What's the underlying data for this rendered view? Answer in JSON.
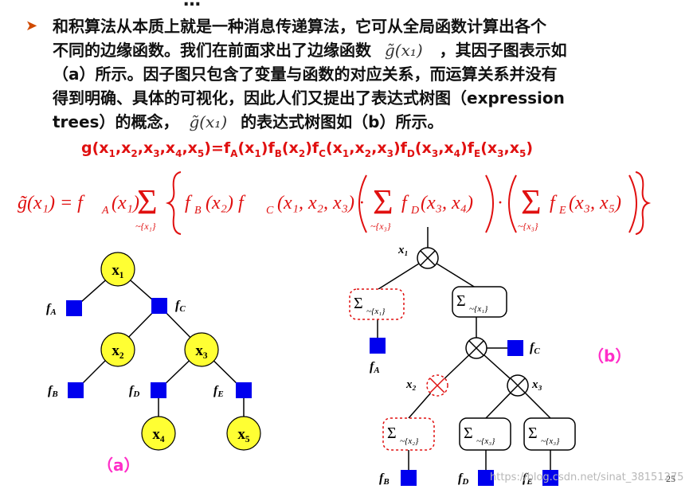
{
  "title_partial": "…",
  "paragraph": {
    "line1": "和积算法从本质上就是一种消息传递算法，它可从全局函数计算出各个",
    "line2_a": "不同的边缘函数。我们在前面求出了边缘函数",
    "line2_math": "g̃(x₁)",
    "line2_b": "，其因子图表示如",
    "line3": "（a）所示。因子图只包含了变量与函数的对应关系，而运算关系并没有",
    "line4": "得到明确、具体的可视化，因此人们又提出了表达式树图（expression",
    "line5_a": "trees）的概念，",
    "line5_math": "g̃(x₁)",
    "line5_b": "的表达式树图如（b）所示。"
  },
  "formula_global": {
    "p1": "g(x",
    "s1": "1",
    "p2": ",x",
    "s2": "2",
    "p3": ",x",
    "s3": "3",
    "p4": ",x",
    "s4": "4",
    "p5": ",x",
    "s5": "5",
    "p6": ")=f",
    "s6": "A",
    "p7": "(x",
    "s7": "1",
    "p8": ")f",
    "s8": "B",
    "p9": "(x",
    "s9": "2",
    "p10": ")f",
    "s10": "C",
    "p11": "(x",
    "s11": "1",
    "p12": ",x",
    "s12": "2",
    "p13": ",x",
    "s13": "3",
    "p14": ")f",
    "s14": "D",
    "p15": "(x",
    "s15": "3",
    "p16": ",x",
    "s16": "4",
    "p17": ")f",
    "s17": "E",
    "p18": "(x",
    "s18": "3",
    "p19": ",x",
    "s19": "5",
    "p20": ")"
  },
  "formula_marginal": {
    "lhs": "g̃(x₁) = f",
    "lhs_sub": "A",
    "lhs_arg": "(x₁)",
    "sum_sub1": "~{x₁}",
    "term_fb": "f",
    "fb_sub": "B",
    "fb_arg": "(x₂) f",
    "fc_sub": "C",
    "fc_arg": "(x₁, x₂, x₃) ·",
    "sum_sub2": "~{x₃}",
    "fd": "f",
    "fd_sub": "D",
    "fd_arg": "(x₃, x₄)",
    "dot": "·",
    "sum_sub3": "~{x₃}",
    "fe": "f",
    "fe_sub": "E",
    "fe_arg": "(x₃, x₅)"
  },
  "factor_graph": {
    "variables": [
      "x₁",
      "x₂",
      "x₃",
      "x₄",
      "x₅"
    ],
    "factors": {
      "fA": {
        "f": "f",
        "sub": "A"
      },
      "fB": {
        "f": "f",
        "sub": "B"
      },
      "fC": {
        "f": "f",
        "sub": "C"
      },
      "fD": {
        "f": "f",
        "sub": "D"
      },
      "fE": {
        "f": "f",
        "sub": "E"
      }
    },
    "label": "（a）"
  },
  "expression_tree": {
    "root_label": "x₁",
    "x2_label": "x₂",
    "x3_label": "x₃",
    "sum_x1_left": "Σ~{x₁}",
    "sum_x1_right": "Σ~{x₁}",
    "sum_x2": "Σ~{x₂}",
    "sum_x3_a": "Σ~{x₃}",
    "sum_x3_b": "Σ~{x₃}",
    "sigma": "Σ",
    "sub_x1": "~{x₁}",
    "sub_x2": "~{x₂}",
    "sub_x3": "~{x₃}",
    "fA": {
      "f": "f",
      "sub": "A"
    },
    "fB": {
      "f": "f",
      "sub": "B"
    },
    "fC": {
      "f": "f",
      "sub": "C"
    },
    "fD": {
      "f": "f",
      "sub": "D"
    },
    "fE": {
      "f": "f",
      "sub": "E"
    },
    "label": "（b）"
  },
  "watermark": "https://blog.csdn.net/sinat_38151275",
  "page_number": "25",
  "colors": {
    "variable_fill": "#ffff33",
    "factor_fill": "#0000ee",
    "formula_red": "#e01010",
    "label_magenta": "#ff2ec8",
    "dashed_red": "#e01010"
  }
}
